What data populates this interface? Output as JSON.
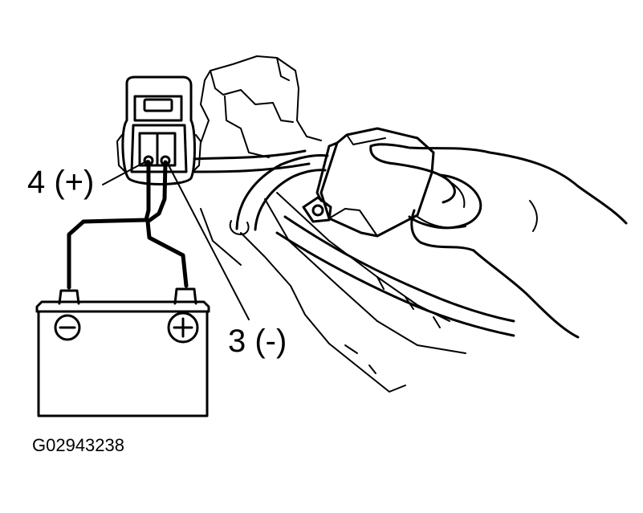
{
  "labels": {
    "pin4": "4 (+)",
    "pin3": "3 (-)"
  },
  "figure_id": "G02943238",
  "battery": {
    "negative_terminal_symbol": "minus-icon",
    "positive_terminal_symbol": "plus-icon"
  },
  "colors": {
    "ink": "#000000",
    "background": "#ffffff"
  }
}
